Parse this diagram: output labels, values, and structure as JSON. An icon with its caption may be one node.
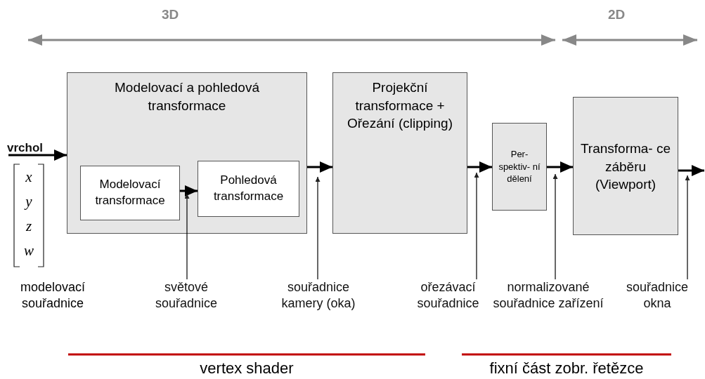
{
  "diagram": {
    "nodes": [
      {
        "text": [
          "vrchol"
        ]
      },
      {
        "text": [
          "Modelovací a pohledová transformace"
        ]
      },
      {
        "text": [
          "Modelovací transformace"
        ],
        "in": 1
      },
      {
        "text": [
          "Pohledová transformace"
        ],
        "in": 1
      },
      {
        "text": [
          "Projekční transformace + Ořezání (clipping)"
        ]
      },
      {
        "text": [
          "Per- spektiv- ní dělení"
        ]
      },
      {
        "text": [
          "Transforma- ce záběru (Viewport)"
        ]
      },
      {
        "text": [
          "světové souřadnice"
        ]
      },
      {
        "text": [
          "souřadnice kamery (oka)"
        ]
      },
      {
        "text": [
          "ořezávací souřadnice"
        ]
      },
      {
        "text": [
          "normalizované souřadnice zařízení"
        ]
      },
      {
        "text": [
          "souřadnice okna"
        ]
      }
    ],
    "edges": [
      {
        "from": 0,
        "to": 1,
        "arrow": "to"
      },
      {
        "from": 2,
        "to": 3,
        "arrow": "to"
      },
      {
        "from": 1,
        "to": 4,
        "arrow": "to"
      },
      {
        "from": 4,
        "to": 5,
        "arrow": "to"
      },
      {
        "from": 5,
        "to": 6,
        "arrow": "to"
      },
      {
        "from": 6,
        "to": null,
        "arrow": "to"
      },
      {
        "from": 7,
        "to": 2,
        "arrow": "to"
      },
      {
        "from": 8,
        "to": 1,
        "arrow": "to"
      },
      {
        "from": 9,
        "to": 4,
        "arrow": "to"
      },
      {
        "from": 10,
        "to": 5,
        "arrow": "to"
      },
      {
        "from": 11,
        "to": 6,
        "arrow": "to"
      }
    ],
    "labels": [
      "3D",
      "2D",
      "x",
      "y",
      "z",
      "w",
      "modelovací souřadnice",
      "vertex shader",
      "fixní část zobr. řetězce"
    ]
  }
}
